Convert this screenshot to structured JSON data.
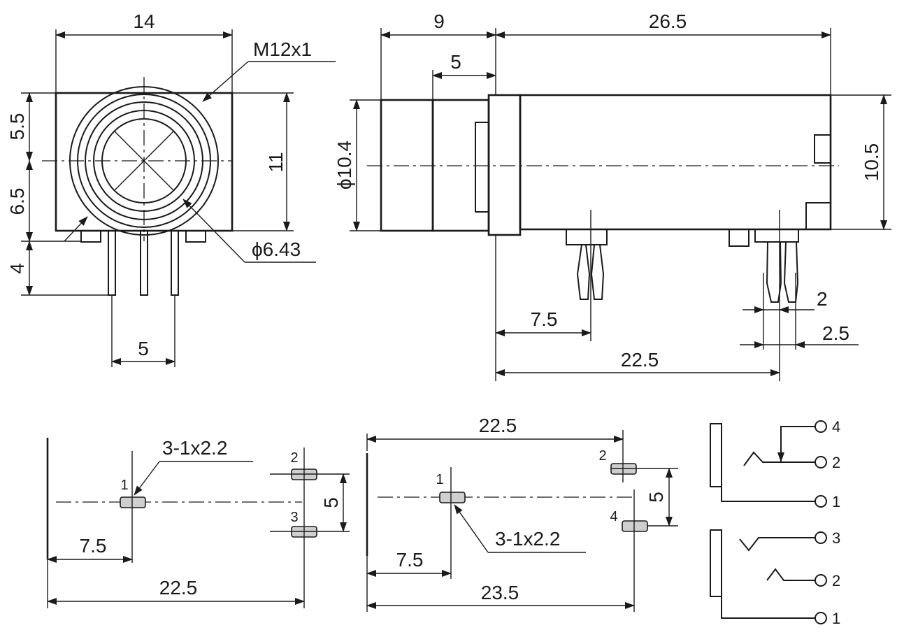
{
  "front_view": {
    "width": "14",
    "thread": "M12x1",
    "upper_height": "5.5",
    "lower_height": "6.5",
    "body_height": "11",
    "bore_diameter": "ϕ6.43",
    "pin_length": "4",
    "pin_spacing": "5"
  },
  "side_view": {
    "front_length": "9",
    "collar_length": "5",
    "body_length": "26.5",
    "nose_diameter": "ϕ10.4",
    "body_height": "10.5",
    "front_pin_offset": "7.5",
    "rear_pin_offset": "22.5",
    "pin_width": "2",
    "pin_pitch": "2.5"
  },
  "layout_a": {
    "hole_spec": "3-1x2.2",
    "pin_offset": "7.5",
    "total_offset": "22.5",
    "pin_gap": "5",
    "pin_labels": [
      "1",
      "2",
      "3"
    ]
  },
  "layout_b": {
    "top_span": "22.5",
    "hole_spec": "3-1x2.2",
    "pin_offset": "7.5",
    "total_offset": "23.5",
    "pin_gap": "5",
    "pin_labels": [
      "1",
      "2",
      "4"
    ]
  },
  "schematic": {
    "upper_terminals": [
      "4",
      "2",
      "1"
    ],
    "lower_terminals": [
      "3",
      "2",
      "1"
    ]
  }
}
